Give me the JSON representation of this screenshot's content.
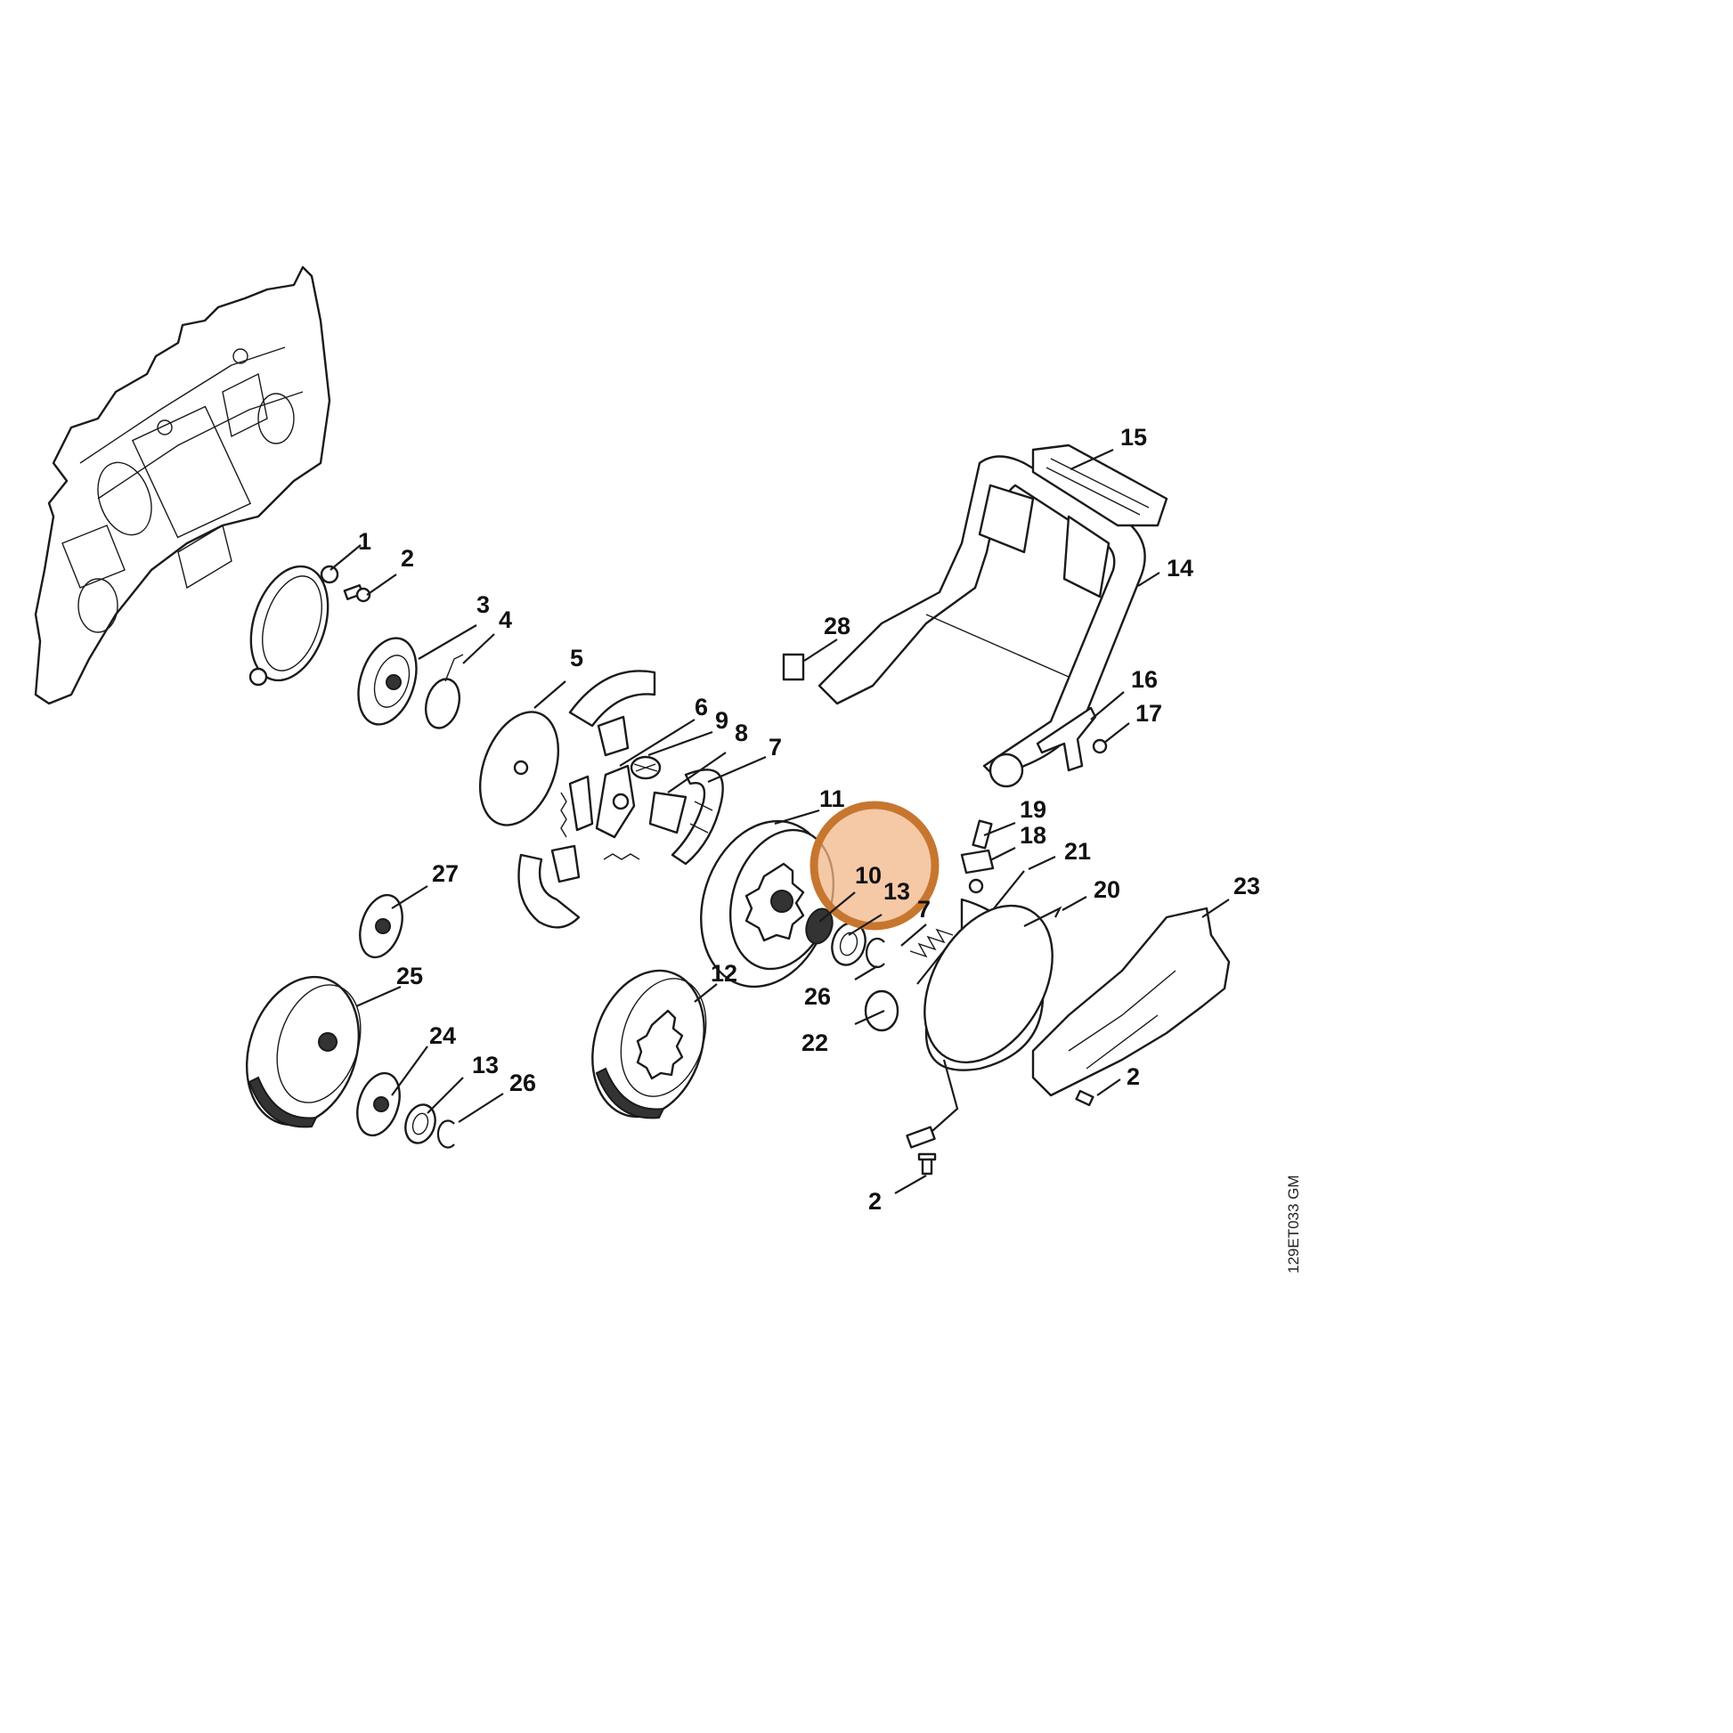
{
  "drawing_code": "129ET033 GM",
  "highlight": {
    "color": "#e8a06a",
    "border_color": "#c7762f"
  },
  "callouts": {
    "c1": "1",
    "c2a": "2",
    "c3": "3",
    "c4": "4",
    "c5": "5",
    "c6": "6",
    "c7": "7",
    "c8": "8",
    "c9": "9",
    "c10": "10",
    "c11": "11",
    "c12a": "12",
    "c13a": "13",
    "c13b": "13",
    "c14": "14",
    "c15": "15",
    "c16": "16",
    "c17a": "17",
    "c17b": "7",
    "c18": "18",
    "c19": "19",
    "c20": "20",
    "c21": "21",
    "c22": "22",
    "c23": "23",
    "c24": "24",
    "c25": "25",
    "c26a": "26",
    "c26b": "26",
    "c27": "27",
    "c28": "28",
    "c2b": "2",
    "c2c": "2"
  }
}
